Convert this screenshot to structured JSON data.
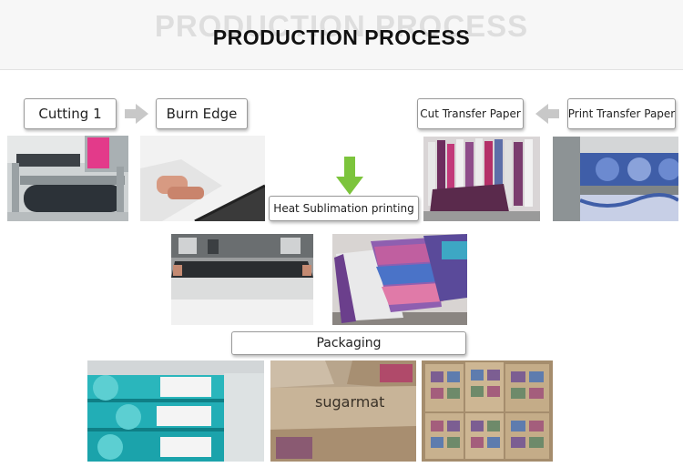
{
  "header": {
    "ghost_title": "PRODUCTION PROCESS",
    "title": "PRODUCTION PROCESS"
  },
  "steps": {
    "cutting": "Cutting 1",
    "burn_edge": "Burn Edge",
    "cut_transfer": "Cut Transfer Paper",
    "print_transfer": "Print Transfer Paper",
    "heat_sublimation": "Heat Sublimation printing",
    "packaging": "Packaging"
  },
  "photos": {
    "box_brand": "sugarmat"
  },
  "colors": {
    "arrow_grey": "#c8c8c8",
    "arrow_green": "#7cc43c",
    "mat_teal": "#1ba8b0"
  }
}
